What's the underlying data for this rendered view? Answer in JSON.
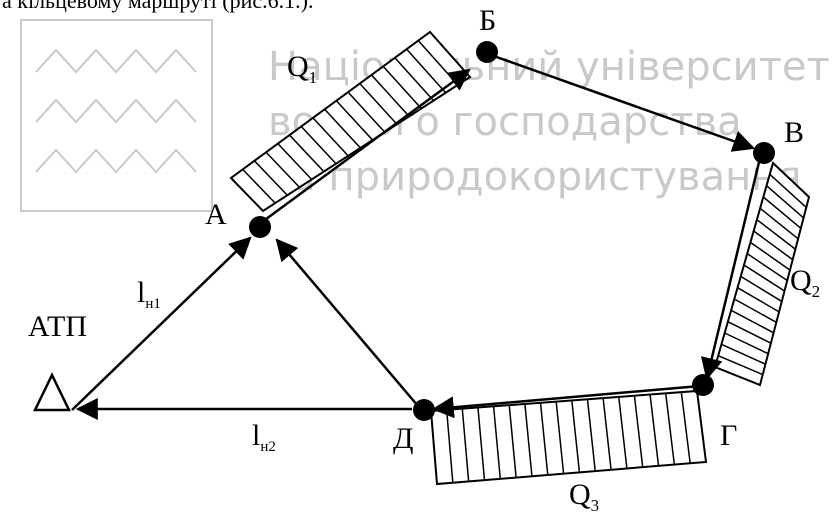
{
  "header_fragment": "а кільцевому маршруті (рис.6.1.).",
  "watermark": {
    "line1": "Національний університет",
    "line2": "водного господарства",
    "line3": "та природокористування"
  },
  "nodes": {
    "A": "А",
    "B": "Б",
    "V": "В",
    "G": "Г",
    "D": "Д",
    "atp": "АТП"
  },
  "loads": {
    "q1": {
      "main": "Q",
      "sub": "1"
    },
    "q2": {
      "main": "Q",
      "sub": "2"
    },
    "q3": {
      "main": "Q",
      "sub": "3"
    }
  },
  "runs": {
    "ln1": {
      "main": "l",
      "sub": "н1"
    },
    "ln2": {
      "main": "l",
      "sub": "н2"
    }
  }
}
